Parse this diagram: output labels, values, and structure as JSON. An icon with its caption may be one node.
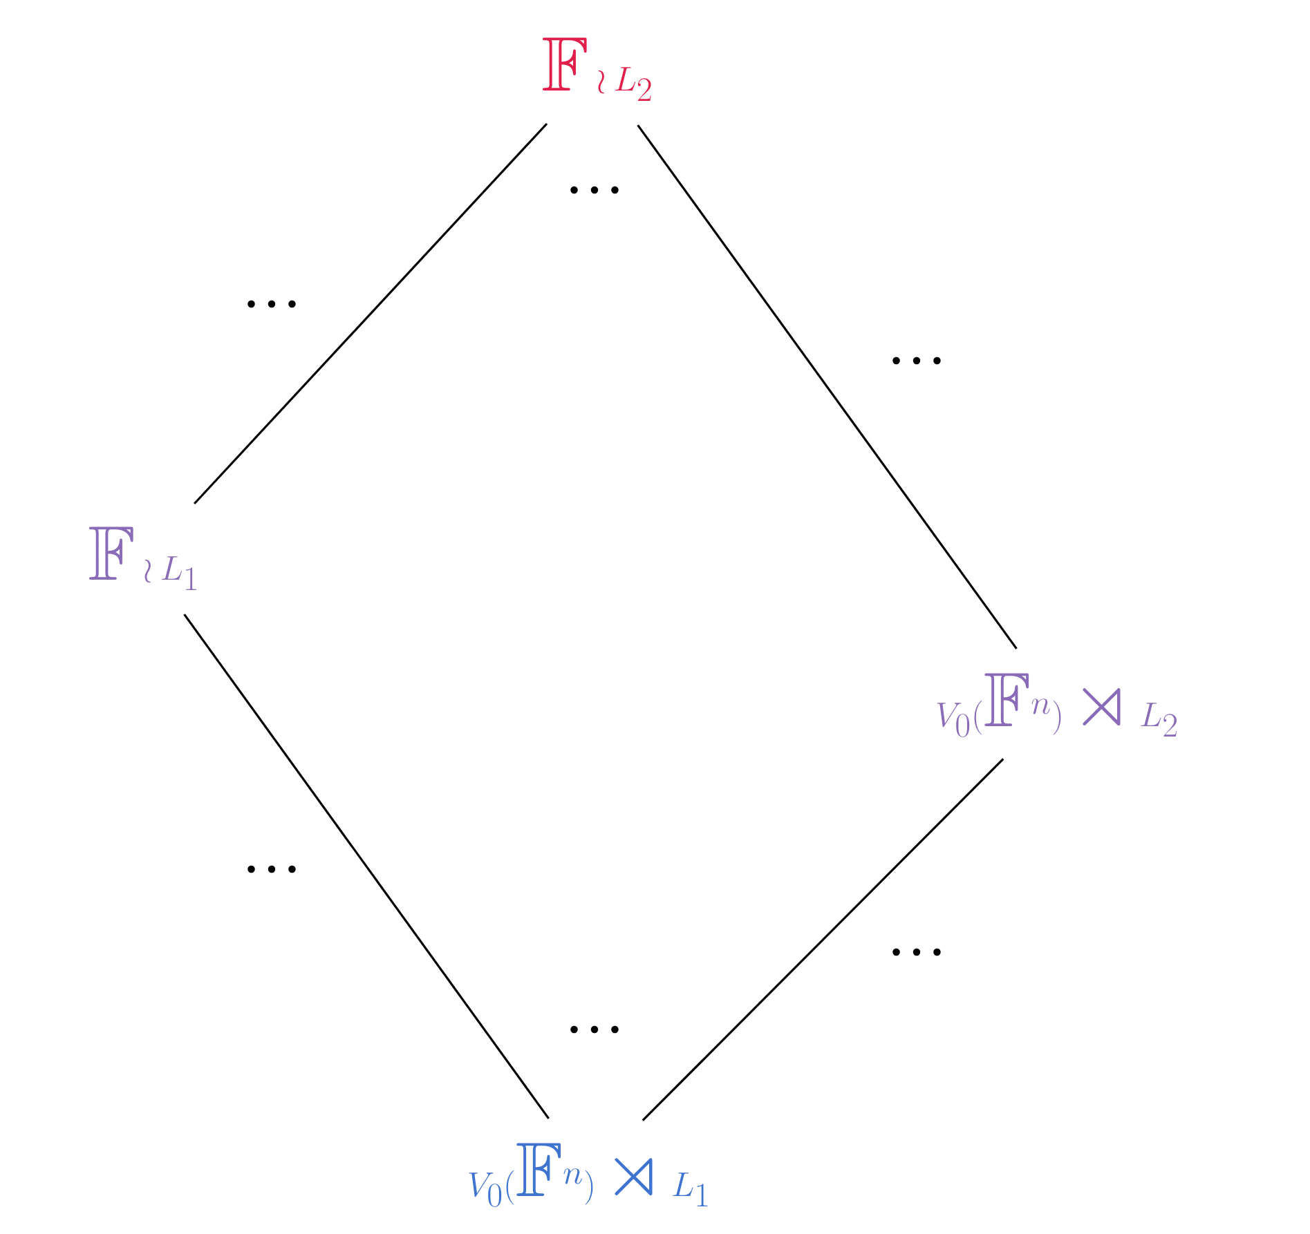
{
  "diagram": {
    "nodes": [
      {
        "text": [
          "\\mathbb{F} \\wr L_2"
        ]
      },
      {
        "text": [
          "\\mathbb{F} \\wr L_1"
        ]
      },
      {
        "text": [
          "V_0(\\mathbb{F}^n) \\rtimes L_2"
        ]
      },
      {
        "text": [
          "V_0(\\mathbb{F}^n) \\rtimes L_1"
        ]
      }
    ],
    "edges": [
      {
        "from": 0,
        "to": 1,
        "arrow": "none"
      },
      {
        "from": 0,
        "to": 2,
        "arrow": "none"
      },
      {
        "from": 1,
        "to": 3,
        "arrow": "none"
      },
      {
        "from": 2,
        "to": 3,
        "arrow": "none"
      }
    ],
    "labels": [
      "…",
      "…",
      "…",
      "…",
      "…",
      "…"
    ]
  }
}
